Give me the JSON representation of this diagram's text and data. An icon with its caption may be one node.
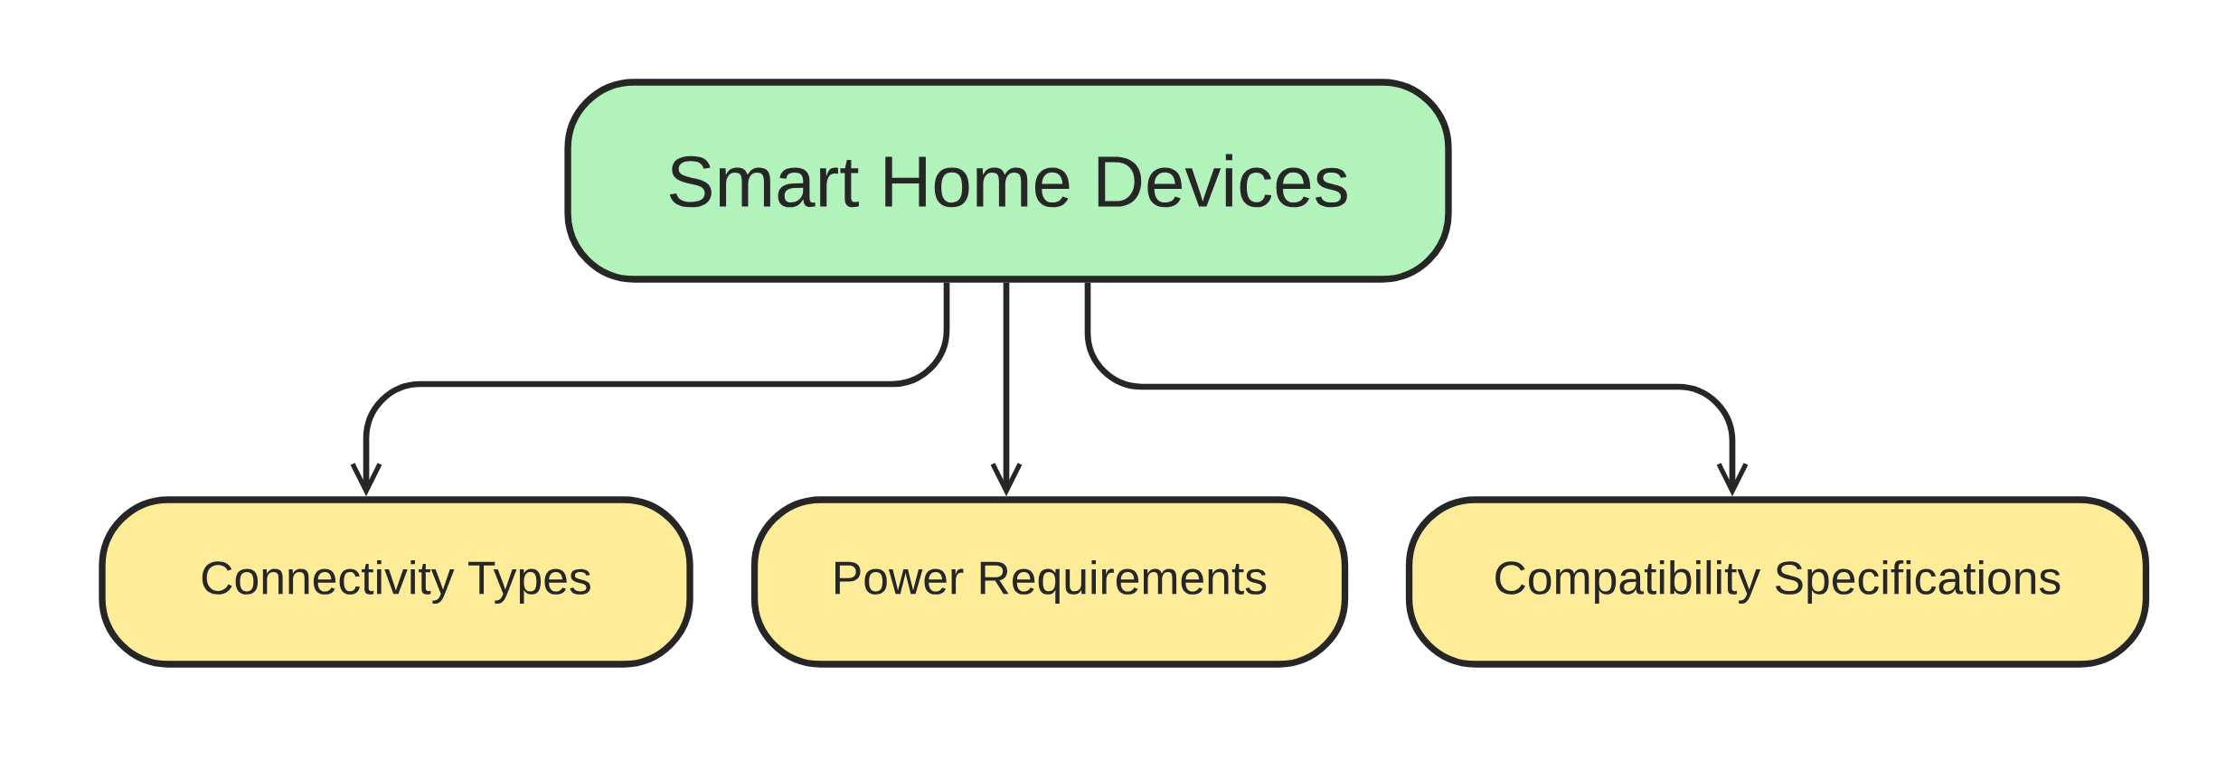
{
  "diagram": {
    "nodes": [
      {
        "text": [
          "Smart Home Devices"
        ]
      },
      {
        "text": [
          "Connectivity Types"
        ]
      },
      {
        "text": [
          "Power Requirements"
        ]
      },
      {
        "text": [
          "Compatibility Specifications"
        ]
      }
    ],
    "edges": [
      {
        "from": 0,
        "to": 1,
        "arrow": "to"
      },
      {
        "from": 0,
        "to": 2,
        "arrow": "to"
      },
      {
        "from": 0,
        "to": 3,
        "arrow": "to"
      }
    ]
  }
}
